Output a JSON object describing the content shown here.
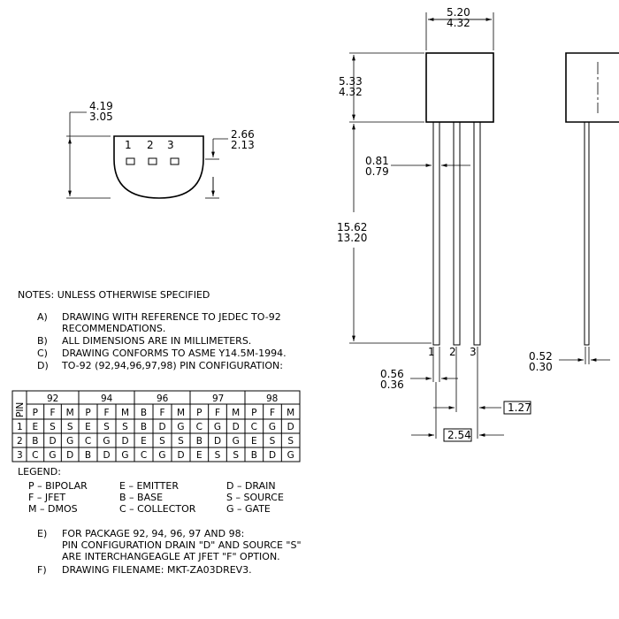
{
  "top_view": {
    "height_dim": [
      "4.19",
      "3.05"
    ],
    "flat_dim": [
      "2.66",
      "2.13"
    ],
    "pin_numbers": [
      "1",
      "2",
      "3"
    ]
  },
  "front_view": {
    "width_dim": [
      "5.20",
      "4.32"
    ],
    "body_height_dim": [
      "5.33",
      "4.32"
    ],
    "lead_thickness_dim": [
      "0.81",
      "0.79"
    ],
    "lead_length_dim": [
      "15.62",
      "13.20"
    ],
    "lead_width_dim": [
      "0.56",
      "0.36"
    ],
    "pitch_dim": "1.27",
    "span_dim": "2.54",
    "pin_labels": [
      "1",
      "2",
      "3"
    ]
  },
  "side_view": {
    "thickness_dim": [
      "0.52",
      "0.30"
    ]
  },
  "notes": {
    "header": "NOTES: UNLESS OTHERWISE SPECIFIED",
    "items": [
      {
        "letter": "A)",
        "lines": [
          "DRAWING WITH REFERENCE TO JEDEC TO-92",
          "RECOMMENDATIONS."
        ]
      },
      {
        "letter": "B)",
        "lines": [
          "ALL DIMENSIONS ARE IN MILLIMETERS."
        ]
      },
      {
        "letter": "C)",
        "lines": [
          "DRAWING CONFORMS TO ASME Y14.5M-1994."
        ]
      },
      {
        "letter": "D)",
        "lines": [
          "TO-92 (92,94,96,97,98) PIN CONFIGURATION:"
        ]
      }
    ]
  },
  "pin_table": {
    "pin_header": "PIN",
    "packages": [
      "92",
      "94",
      "96",
      "97",
      "98"
    ],
    "sub_headers": [
      [
        "P",
        "F",
        "M"
      ],
      [
        "P",
        "F",
        "M"
      ],
      [
        "B",
        "F",
        "M"
      ],
      [
        "P",
        "F",
        "M"
      ],
      [
        "P",
        "F",
        "M"
      ]
    ],
    "rows": [
      {
        "pin": "1",
        "cells": [
          "E",
          "S",
          "S",
          "E",
          "S",
          "S",
          "B",
          "D",
          "G",
          "C",
          "G",
          "D",
          "C",
          "G",
          "D"
        ]
      },
      {
        "pin": "2",
        "cells": [
          "B",
          "D",
          "G",
          "C",
          "G",
          "D",
          "E",
          "S",
          "S",
          "B",
          "D",
          "G",
          "E",
          "S",
          "S"
        ]
      },
      {
        "pin": "3",
        "cells": [
          "C",
          "G",
          "D",
          "B",
          "D",
          "G",
          "C",
          "G",
          "D",
          "E",
          "S",
          "S",
          "B",
          "D",
          "G"
        ]
      }
    ]
  },
  "legend": {
    "title": "LEGEND:",
    "entries": [
      [
        "P  –  BIPOLAR",
        "E  –  EMITTER",
        "D  –  DRAIN"
      ],
      [
        "F  –  JFET",
        "B  –  BASE",
        "S  –  SOURCE"
      ],
      [
        "M  –  DMOS",
        "C  –  COLLECTOR",
        "G  –  GATE"
      ]
    ]
  },
  "extra_notes": [
    {
      "letter": "E)",
      "lines": [
        "FOR PACKAGE 92, 94, 96, 97 AND 98:",
        "PIN CONFIGURATION DRAIN \"D\" AND SOURCE \"S\"",
        "ARE INTERCHANGEAGLE AT JFET \"F\" OPTION."
      ]
    },
    {
      "letter": "F)",
      "lines": [
        "DRAWING FILENAME: MKT-ZA03DREV3."
      ]
    }
  ]
}
